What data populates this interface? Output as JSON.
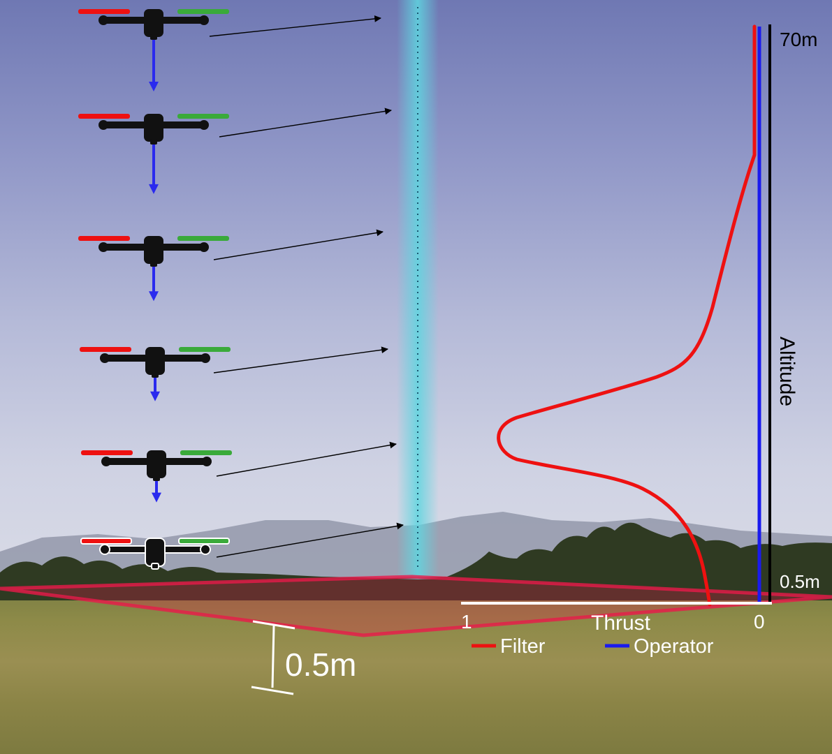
{
  "colors": {
    "filter": "#ee1111",
    "operator": "#1a1aee",
    "axis": "#000000",
    "base_line": "#ffffff",
    "thrust_arrow": "#2a2aee",
    "rotor_left": "#ee1111",
    "rotor_right": "#3aaa3a",
    "beam": "#5ed6e0",
    "ground_plane": "#e81a4a"
  },
  "icons": {
    "drone": "quadcopter-icon",
    "thrust": "down-arrow-icon"
  },
  "diagram": {
    "altitude_top_label": "70m",
    "altitude_bottom_label": "0.5m",
    "altitude_axis_label": "Altitude",
    "thrust_axis_label": "Thrust",
    "thrust_left_tick": "1",
    "thrust_right_tick": "0",
    "ground_offset_label": "0.5m",
    "legend": [
      {
        "label": "Filter",
        "color": "#ee1111"
      },
      {
        "label": "Operator",
        "color": "#1a1aee"
      }
    ]
  },
  "drones": [
    {
      "thrust_arrow_length": 1.0
    },
    {
      "thrust_arrow_length": 0.95
    },
    {
      "thrust_arrow_length": 0.6
    },
    {
      "thrust_arrow_length": 0.35
    },
    {
      "thrust_arrow_length": 0.3
    },
    {
      "thrust_arrow_length": 0
    }
  ]
}
